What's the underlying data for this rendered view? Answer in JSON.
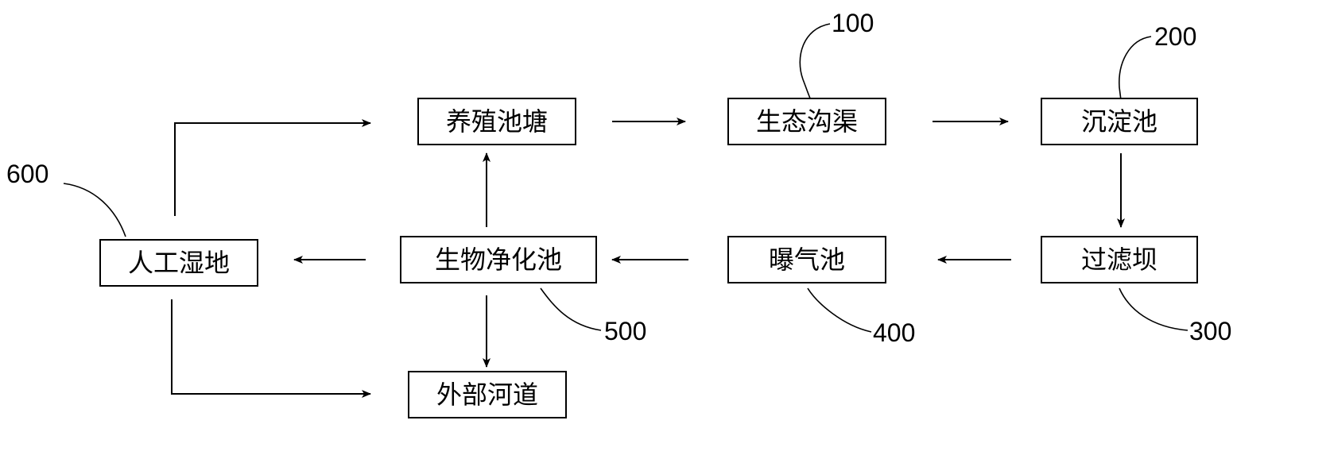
{
  "boxes": {
    "breeding_pond": "养殖池塘",
    "eco_ditch": "生态沟渠",
    "sedimentation_tank": "沉淀池",
    "filter_dam": "过滤坝",
    "aeration_tank": "曝气池",
    "bio_purification_tank": "生物净化池",
    "constructed_wetland": "人工湿地",
    "external_river": "外部河道"
  },
  "refs": {
    "eco_ditch": "100",
    "sedimentation_tank": "200",
    "filter_dam": "300",
    "aeration_tank": "400",
    "bio_purification_tank": "500",
    "constructed_wetland": "600"
  },
  "colors": {
    "stroke": "#000000",
    "background": "#ffffff"
  }
}
